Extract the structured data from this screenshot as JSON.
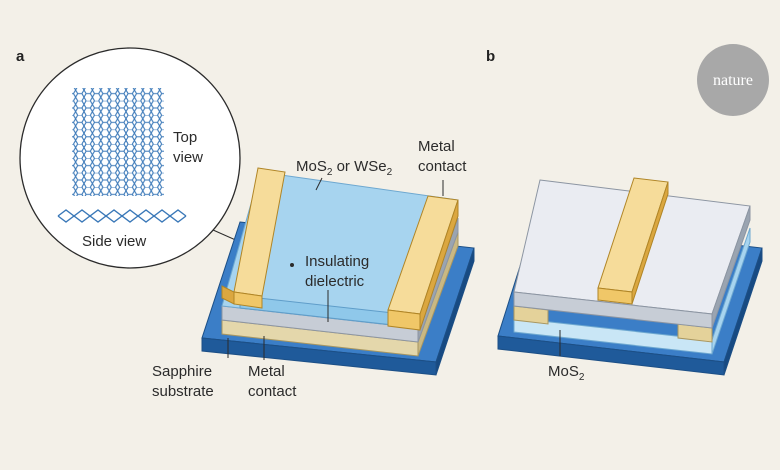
{
  "panels": {
    "a": "a",
    "b": "b"
  },
  "logo": "nature",
  "inset": {
    "top_view_1": "Top",
    "top_view_2": "view",
    "side_view": "Side view"
  },
  "labels_a": {
    "semi_main_1": "MoS",
    "semi_sub_1": "2",
    "semi_mid": " or WSe",
    "semi_sub_2": "2",
    "metal_top_1": "Metal",
    "metal_top_2": "contact",
    "insul_1": "Insulating",
    "insul_2": "dielectric",
    "sapphire_1": "Sapphire",
    "sapphire_2": "substrate",
    "metal_bottom_1": "Metal",
    "metal_bottom_2": "contact"
  },
  "labels_b": {
    "mos_main": "MoS",
    "mos_sub": "2"
  },
  "colors": {
    "background": "#f3f0e8",
    "substrate_top": "#3b7ec7",
    "substrate_side": "#1f5a9a",
    "gold_top": "#f6dc9a",
    "gold_front": "#f0c768",
    "gold_side": "#dba740",
    "gold_stroke": "#b08526",
    "channel_blue": "#a7d4ef",
    "light_blue": "#c9e6f6",
    "grey_front": "#c7cdd6",
    "grey_side": "#9aa4b1",
    "lattice": "#3a78b8",
    "logo_circle": "#a8a8a8"
  }
}
